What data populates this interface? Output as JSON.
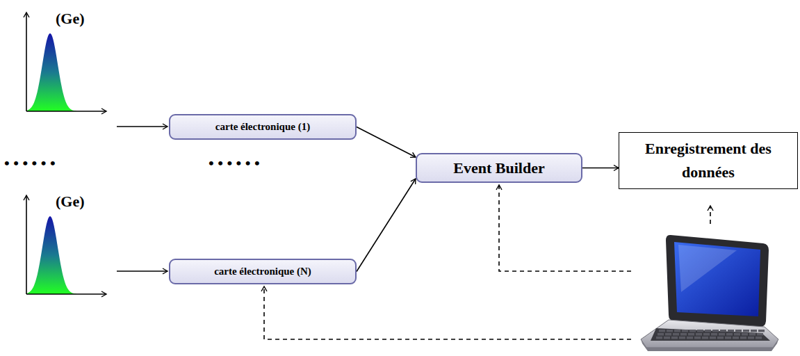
{
  "diagram": {
    "nodes": [
      {
        "text": [
          "carte électronique (1)"
        ]
      },
      {
        "text": [
          "carte électronique (N)"
        ]
      },
      {
        "text": [
          "Event Builder"
        ]
      },
      {
        "text": [
          "Enregistrement des données"
        ]
      }
    ],
    "edges": [
      {
        "from": 0,
        "to": 2,
        "arrow": "to"
      },
      {
        "from": 1,
        "to": 2,
        "arrow": "to"
      },
      {
        "from": 2,
        "to": 3,
        "arrow": "to"
      }
    ],
    "labels": [
      "(Ge)",
      "(Ge)",
      "• • • • • •",
      "• • • • • •"
    ]
  }
}
